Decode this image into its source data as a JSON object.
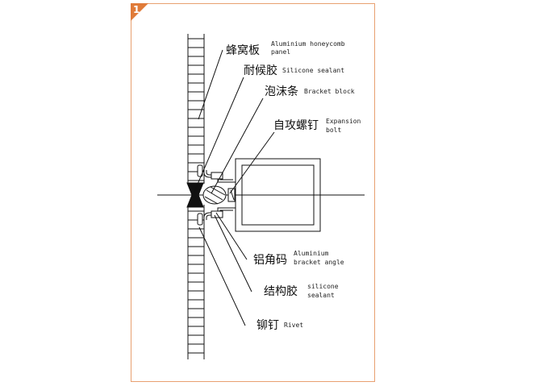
{
  "figure": {
    "number": "1",
    "accent_color": "#e07b39",
    "frame_color": "#e8a070"
  },
  "labels": {
    "honeycomb": {
      "cn": "蜂窝板",
      "en1": "Aluminium honeycomb",
      "en2": "panel"
    },
    "weather_sealant": {
      "cn": "耐候胶",
      "en1": "Silicone sealant"
    },
    "foam_strip": {
      "cn": "泡沫条",
      "en1": "Bracket block"
    },
    "screw": {
      "cn": "自攻螺钉",
      "en1": "Expansion",
      "en2": "bolt"
    },
    "angle": {
      "cn": "铝角码",
      "en1": "Aluminium",
      "en2": "bracket angle"
    },
    "structural_sealant": {
      "cn": "结构胶",
      "en1": "silicone",
      "en2": "sealant"
    },
    "rivet": {
      "cn": "铆钉",
      "en1": "Rivet"
    }
  }
}
